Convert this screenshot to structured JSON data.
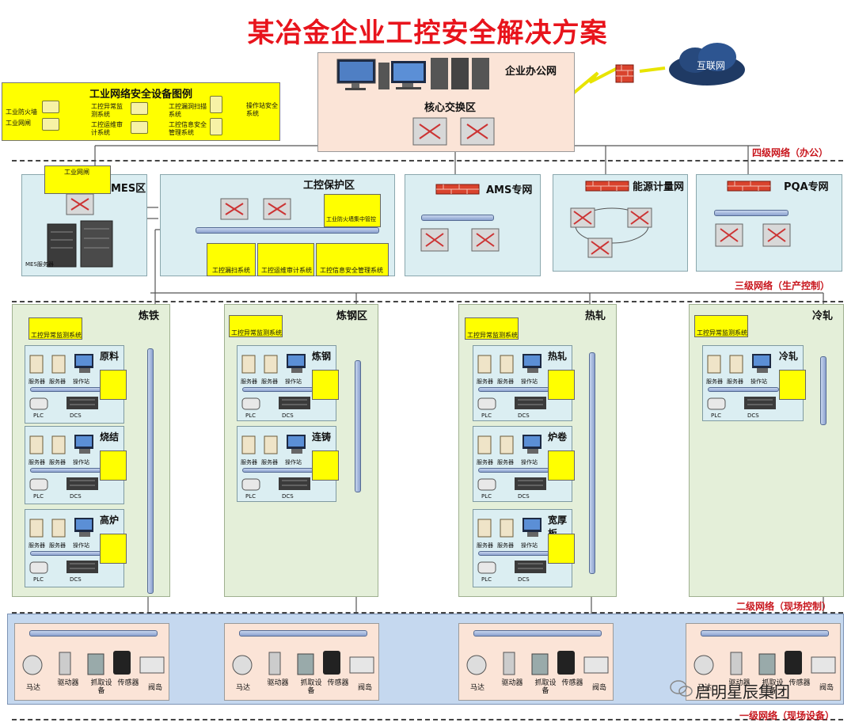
{
  "title": "某冶金企业工控安全解决方案",
  "office": {
    "label": "企业办公网",
    "core_label": "核心交换区"
  },
  "internet": {
    "label": "互联网"
  },
  "legend": {
    "title": "工业网络安全设备图例",
    "items": [
      "工业防火墙",
      "工业网闸",
      "工控异常监测系统",
      "工控运维审计系统",
      "工控漏洞扫描系统",
      "工控信息安全管理系统",
      "操作站安全系统"
    ]
  },
  "levels": {
    "level4": "四级网络（办公）",
    "level3": "三级网络（生产控制）",
    "level2": "二级网络（现场控制）",
    "level1": "一级网络（现场设备）"
  },
  "mes": {
    "title": "MES区",
    "gateway_label": "工业网闸",
    "server_label": "MES服务器"
  },
  "protect": {
    "title": "工控保护区",
    "firewall_center": "工业防火墙集中管控",
    "systems": [
      "工控漏扫系统",
      "工控运维审计系统",
      "工控信息安全管理系统"
    ]
  },
  "ams": {
    "title": "AMS专网"
  },
  "energy": {
    "title": "能源计量网"
  },
  "pqa": {
    "title": "PQA专网"
  },
  "areas": [
    {
      "title": "炼铁",
      "monitor": "工控异常监测系统",
      "subs": [
        "原料",
        "烧结",
        "高炉"
      ]
    },
    {
      "title": "炼钢区",
      "monitor": "工控异常监测系统",
      "subs": [
        "炼钢",
        "连铸"
      ]
    },
    {
      "title": "热轧",
      "monitor": "工控异常监测系统",
      "subs": [
        "热轧",
        "炉卷",
        "宽厚板"
      ]
    },
    {
      "title": "冷轧",
      "monitor": "工控异常监测系统",
      "subs": [
        "冷轧"
      ]
    }
  ],
  "device_labels": {
    "server": "服务器",
    "station": "操作站",
    "plc": "PLC",
    "dcs": "DCS"
  },
  "field_labels": [
    "马达",
    "驱动器",
    "抓取设备",
    "传感器",
    "阀岛"
  ],
  "watermark": "启明星辰集团",
  "colors": {
    "title": "#e8141c",
    "level_text": "#c8161d",
    "security_device": "#ffff00",
    "zone": "#dbeef2",
    "area": "#e4efd9",
    "office": "#fbe4d7",
    "field_band": "#c5d8ef"
  }
}
